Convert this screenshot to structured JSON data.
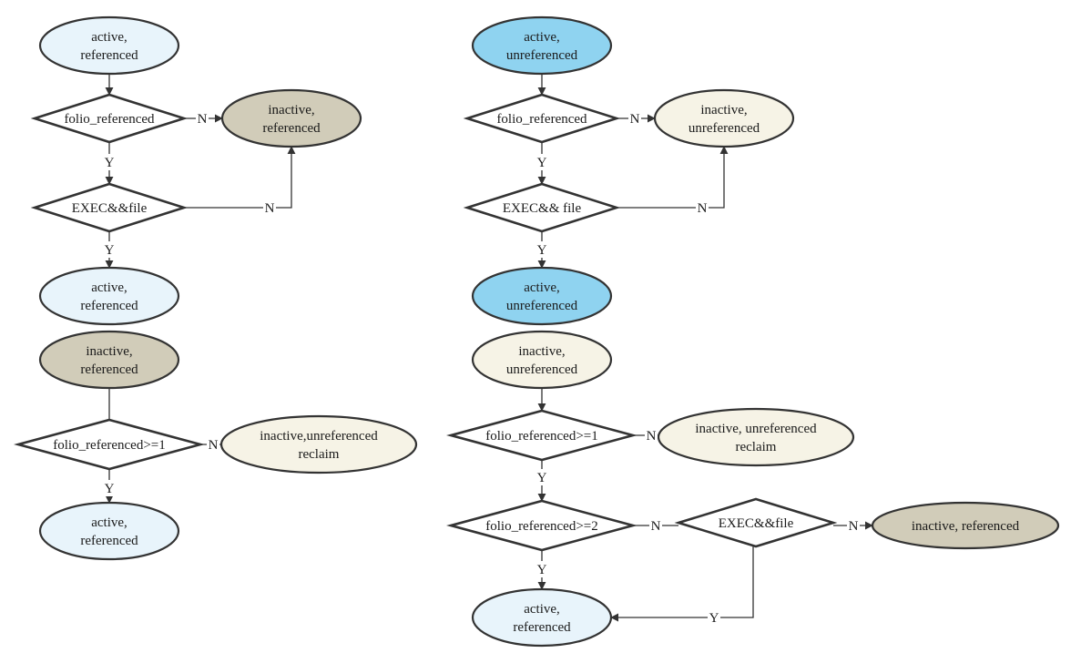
{
  "colors": {
    "active_light": "#e8f4fb",
    "active_strong": "#8fd3f0",
    "inactive_ref": "#d1ccb9",
    "inactive_unref": "#f6f3e6",
    "stroke": "#333333"
  },
  "nodes": [
    {
      "id": "a1",
      "shape": "ellipse",
      "fill": "active_light",
      "lines": [
        "active,",
        "referenced"
      ]
    },
    {
      "id": "a2",
      "shape": "diamond",
      "lines": [
        "folio_referenced"
      ]
    },
    {
      "id": "a3",
      "shape": "ellipse",
      "fill": "inactive_ref",
      "lines": [
        "inactive,",
        "referenced"
      ]
    },
    {
      "id": "a4",
      "shape": "diamond",
      "lines": [
        "EXEC&&file"
      ]
    },
    {
      "id": "a5",
      "shape": "ellipse",
      "fill": "active_light",
      "lines": [
        "active,",
        "referenced"
      ]
    },
    {
      "id": "b1",
      "shape": "ellipse",
      "fill": "active_strong",
      "lines": [
        "active,",
        "unreferenced"
      ]
    },
    {
      "id": "b2",
      "shape": "diamond",
      "lines": [
        "folio_referenced"
      ]
    },
    {
      "id": "b3",
      "shape": "ellipse",
      "fill": "inactive_unref",
      "lines": [
        "inactive,",
        "unreferenced"
      ]
    },
    {
      "id": "b4",
      "shape": "diamond",
      "lines": [
        "EXEC&& file"
      ]
    },
    {
      "id": "b5",
      "shape": "ellipse",
      "fill": "active_strong",
      "lines": [
        "active,",
        "unreferenced"
      ]
    },
    {
      "id": "c1",
      "shape": "ellipse",
      "fill": "inactive_ref",
      "lines": [
        "inactive,",
        "referenced"
      ]
    },
    {
      "id": "c2",
      "shape": "diamond",
      "lines": [
        "folio_referenced>=1"
      ]
    },
    {
      "id": "c3",
      "shape": "ellipse",
      "fill": "inactive_unref",
      "lines": [
        "inactive,unreferenced",
        "reclaim"
      ]
    },
    {
      "id": "c4",
      "shape": "ellipse",
      "fill": "active_light",
      "lines": [
        "active,",
        "referenced"
      ]
    },
    {
      "id": "d1",
      "shape": "ellipse",
      "fill": "inactive_unref",
      "lines": [
        "inactive,",
        "unreferenced"
      ]
    },
    {
      "id": "d2",
      "shape": "diamond",
      "lines": [
        "folio_referenced>=1"
      ]
    },
    {
      "id": "d3",
      "shape": "ellipse",
      "fill": "inactive_unref",
      "lines": [
        "inactive, unreferenced",
        "reclaim"
      ]
    },
    {
      "id": "d4",
      "shape": "diamond",
      "lines": [
        "folio_referenced>=2"
      ]
    },
    {
      "id": "d5",
      "shape": "diamond",
      "lines": [
        "EXEC&&file"
      ]
    },
    {
      "id": "d6",
      "shape": "ellipse",
      "fill": "inactive_ref",
      "lines": [
        "inactive, referenced"
      ]
    },
    {
      "id": "d7",
      "shape": "ellipse",
      "fill": "active_light",
      "lines": [
        "active,",
        "referenced"
      ]
    }
  ],
  "edges": [
    {
      "from": "a1",
      "to": "a2",
      "label": ""
    },
    {
      "from": "a2",
      "to": "a3",
      "label": "N"
    },
    {
      "from": "a2",
      "to": "a4",
      "label": "Y"
    },
    {
      "from": "a4",
      "to": "a3",
      "label": "N"
    },
    {
      "from": "a4",
      "to": "a5",
      "label": "Y"
    },
    {
      "from": "b1",
      "to": "b2",
      "label": ""
    },
    {
      "from": "b2",
      "to": "b3",
      "label": "N"
    },
    {
      "from": "b2",
      "to": "b4",
      "label": "Y"
    },
    {
      "from": "b4",
      "to": "b3",
      "label": "N"
    },
    {
      "from": "b4",
      "to": "b5",
      "label": "Y"
    },
    {
      "from": "c1",
      "to": "c2",
      "label": ""
    },
    {
      "from": "c2",
      "to": "c3",
      "label": "N"
    },
    {
      "from": "c2",
      "to": "c4",
      "label": "Y"
    },
    {
      "from": "d1",
      "to": "d2",
      "label": ""
    },
    {
      "from": "d2",
      "to": "d3",
      "label": "N"
    },
    {
      "from": "d2",
      "to": "d4",
      "label": "Y"
    },
    {
      "from": "d4",
      "to": "d5",
      "label": "N"
    },
    {
      "from": "d5",
      "to": "d6",
      "label": "N"
    },
    {
      "from": "d5",
      "to": "d7",
      "label": "Y"
    },
    {
      "from": "d4",
      "to": "d7",
      "label": "Y"
    }
  ]
}
